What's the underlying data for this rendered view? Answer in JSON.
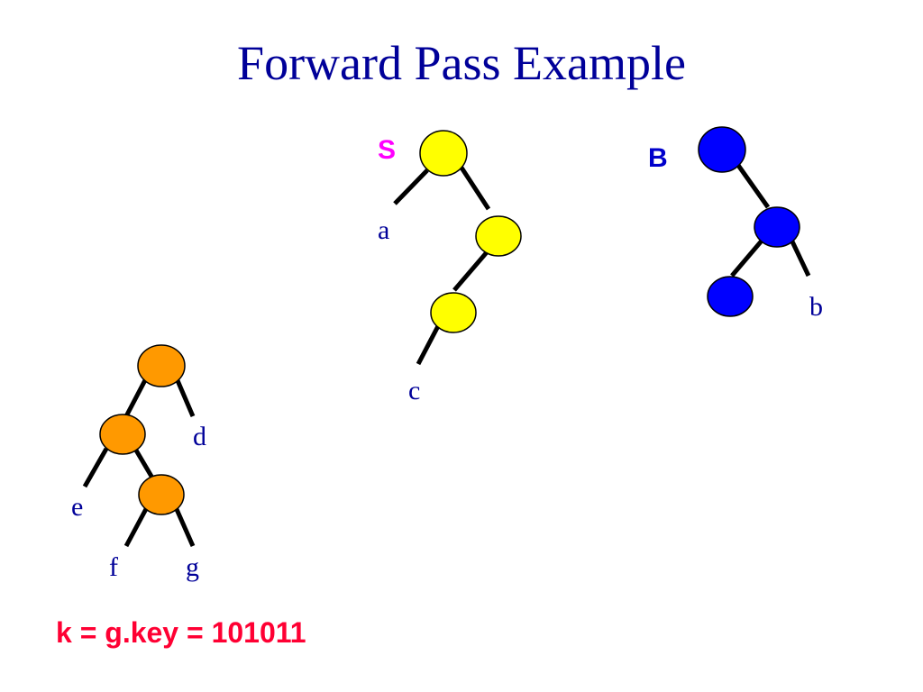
{
  "title": "Forward Pass Example",
  "formula": "k = g.key = 101011",
  "colors": {
    "title": "#000099",
    "leaf_label": "#000099",
    "s_label": "#ff00ff",
    "b_label": "#0000cc",
    "formula": "#ff0033",
    "yellow_node": "#ffff00",
    "blue_node": "#0000ff",
    "orange_node": "#ff9900"
  },
  "trees": {
    "s": {
      "label": "S",
      "leaves": {
        "a": "a",
        "c": "c"
      }
    },
    "b": {
      "label": "B",
      "leaves": {
        "b": "b"
      }
    },
    "orange": {
      "leaves": {
        "d": "d",
        "e": "e",
        "f": "f",
        "g": "g"
      }
    }
  }
}
